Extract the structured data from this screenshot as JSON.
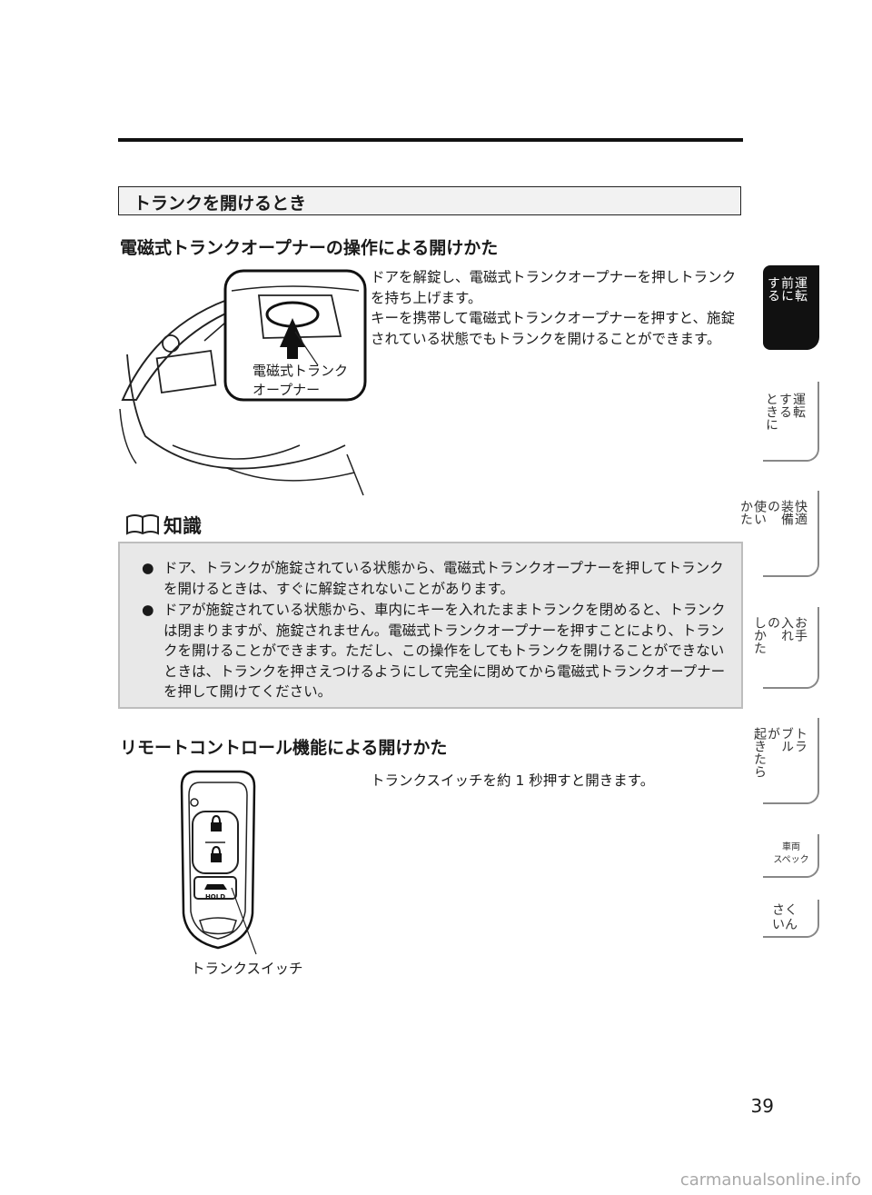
{
  "section_header": "トランクを開けるとき",
  "heading1": "電磁式トランクオープナーの操作による開けかた",
  "heading1_text": "ドアを解錠し、電磁式トランクオープナーを押しトランクを持ち上げます。\nキーを携帯して電磁式トランクオープナーを押すと、施錠されている状態でもトランクを開けることができます。",
  "illustration1_label": "電磁式トランク\nオープナー",
  "knowledge_label": "知識",
  "notes": [
    "ドア、トランクが施錠されている状態から、電磁式トランクオープナーを押してトランクを開けるときは、すぐに解錠されないことがあります。",
    "ドアが施錠されている状態から、車内にキーを入れたままトランクを閉めると、トランクは閉まりますが、施錠されません。電磁式トランクオープナーを押すことにより、トランクを開けることができます。ただし、この操作をしてもトランクを開けることができないときは、トランクを押さえつけるようにして完全に閉めてから電磁式トランクオープナーを押して開けてください。"
  ],
  "heading2": "リモートコントロール機能による開けかた",
  "heading2_text": "トランクスイッチを約 1 秒押すと開きます。",
  "key_hold_label": "HOLD",
  "illustration2_label": "トランクスイッチ",
  "tabs": [
    {
      "label": "運転前に",
      "text": "運転\n前に\nする",
      "active": true
    },
    {
      "label": "運転するときに",
      "text": "運転\nする\nときに",
      "active": false
    },
    {
      "label": "快適装備の使いかた",
      "text": "快適\n装備\nの\n使い\nかた",
      "active": false
    },
    {
      "label": "お手入れのしかた",
      "text": "お手\n入れ\nの\nしかた",
      "active": false
    },
    {
      "label": "トラブルが起きたら",
      "text": "トラ\nブル\nが\n起きたら",
      "active": false
    },
    {
      "label": "車両スペック",
      "text": "車両\nスペック",
      "active": false
    },
    {
      "label": "さくいん",
      "text": "さく\nいん",
      "active": false
    }
  ],
  "page_number": "39",
  "watermark": "carmanualsonline.info"
}
